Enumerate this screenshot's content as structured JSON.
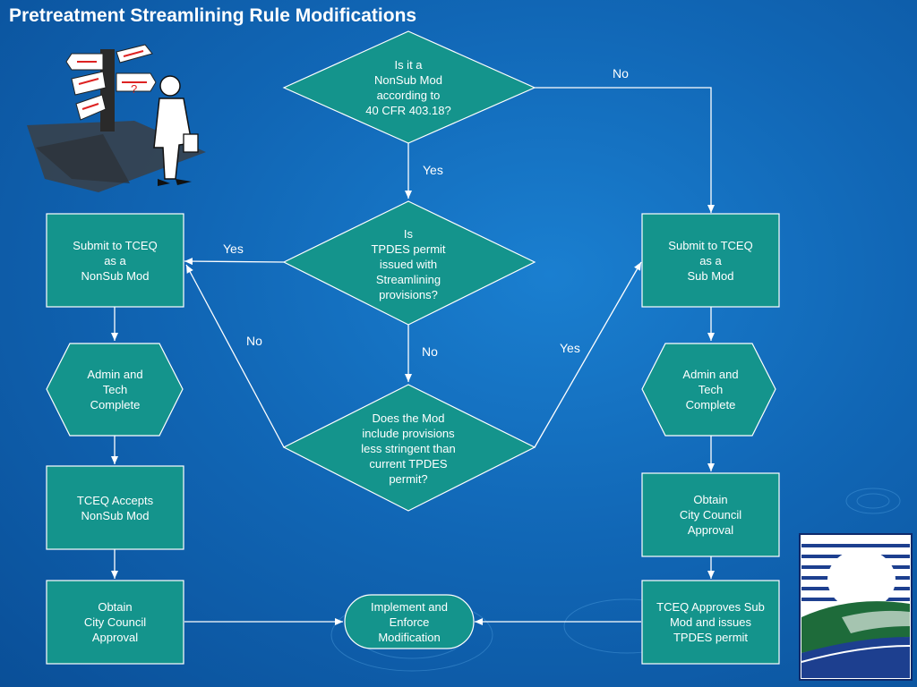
{
  "title": "Pretreatment Streamlining Rule Modifications",
  "colors": {
    "node_fill": "#14948c",
    "node_stroke": "#ffffff",
    "edge": "#ffffff"
  },
  "nodes": {
    "q_nonsub": "Is it a\nNonSub Mod\naccording to\n40 CFR 403.18?",
    "q_tpdes": "Is\nTPDES permit\nissued with\nStreamlining\nprovisions?",
    "q_stringent": "Does the Mod\ninclude provisions\nless stringent than\ncurrent TPDES\npermit?",
    "submit_nonsub": "Submit to TCEQ\nas a\nNonSub Mod",
    "admin_left": "Admin and\nTech\nComplete",
    "tceq_accepts": "TCEQ Accepts\nNonSub Mod",
    "council_left": "Obtain\nCity Council\nApproval",
    "submit_sub": "Submit to TCEQ\nas a\nSub Mod",
    "admin_right": "Admin and\nTech\nComplete",
    "council_right": "Obtain\nCity Council\nApproval",
    "tceq_approves": "TCEQ Approves Sub\nMod and issues\nTPDES permit",
    "implement": "Implement and\nEnforce\nModification"
  },
  "edges": {
    "no_top": "No",
    "yes_q1": "Yes",
    "yes_q2": "Yes",
    "no_q2": "No",
    "no_q3": "No",
    "yes_q3": "Yes"
  },
  "icons": [
    "signpost-clipart-icon",
    "agency-logo-icon"
  ]
}
